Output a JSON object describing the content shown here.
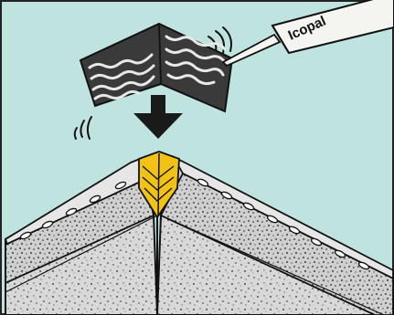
{
  "illustration": {
    "tube_label": "Icopal",
    "colors": {
      "sky": "#bfe3df",
      "roof_surface": "#d8d8d8",
      "roof_speckle": "#222222",
      "ridge_tape": "#f2c312",
      "outline": "#111111",
      "tube_body": "#f4f4f0",
      "arrow": "#1a1a1a"
    },
    "icons": [
      "sealant-tube",
      "bitumen-ridge-patch",
      "down-arrow",
      "motion-lines",
      "roof-ridge-corner"
    ]
  }
}
